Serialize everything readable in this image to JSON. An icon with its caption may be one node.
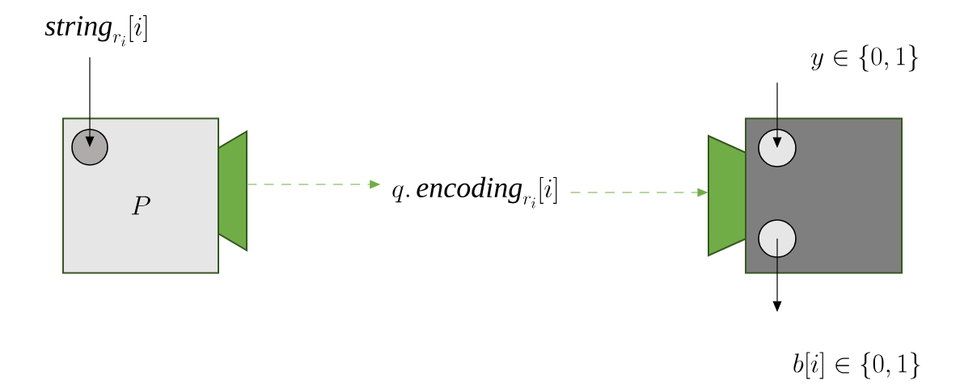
{
  "diagram": {
    "nodes": [
      {
        "text": [
          "\\mathit{string}_{r_i}[i]"
        ]
      },
      {
        "text": [
          "P"
        ]
      },
      {
        "text": [],
        "shape": "circle",
        "in": 1
      },
      {
        "text": [],
        "shape": "trapezoid"
      },
      {
        "text": [
          "q.\\,\\mathit{encoding}_{r_i}[i]"
        ]
      },
      {
        "text": [],
        "shape": "trapezoid"
      },
      {
        "text": [],
        "shape": "box"
      },
      {
        "text": [],
        "shape": "circle",
        "in": 6
      },
      {
        "text": [],
        "shape": "circle",
        "in": 6
      },
      {
        "text": [
          "y \\in \\{0,1\\}"
        ]
      },
      {
        "text": [
          "b[i] \\in \\{0,1\\}"
        ]
      }
    ],
    "edges": [
      {
        "from": 0,
        "to": 2,
        "arrow": "to"
      },
      {
        "from": 3,
        "to": 4,
        "arrow": "to",
        "style": "dashed",
        "color": "#70ad47"
      },
      {
        "from": 4,
        "to": 5,
        "arrow": "to",
        "style": "dashed",
        "color": "#70ad47"
      },
      {
        "from": 9,
        "to": 7,
        "arrow": "to"
      },
      {
        "from": 8,
        "to": 10,
        "arrow": "to"
      }
    ]
  }
}
